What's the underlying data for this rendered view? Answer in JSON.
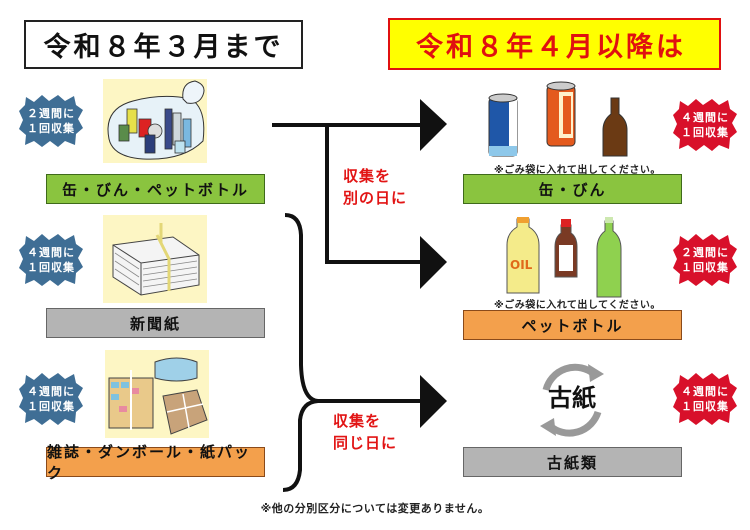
{
  "titles": {
    "before": "令和８年３月まで",
    "after": "令和８年４月以降は"
  },
  "colors": {
    "before_badge": "#3f6e95",
    "after_badge": "#d8102a",
    "green_label": "#8ac43f",
    "gray_label": "#b4b4b4",
    "orange_label": "#f3a04c",
    "after_title_bg": "#ffff00",
    "after_title_text": "#e01010"
  },
  "before": [
    {
      "label": "缶・びん・ペットボトル",
      "badge": [
        "２週間に",
        "１回収集"
      ],
      "illustration": "mixed-bottles-cans-bag"
    },
    {
      "label": "新聞紙",
      "badge": [
        "４週間に",
        "１回収集"
      ],
      "illustration": "newspaper-bundle"
    },
    {
      "label": "雑誌・ダンボール・紙パック",
      "badge": [
        "４週間に",
        "１回収集"
      ],
      "illustration": "magazines-cardboard-bundle"
    }
  ],
  "after": [
    {
      "label": "缶・びん",
      "badge": [
        "４週間に",
        "１回収集"
      ],
      "note": "※ごみ袋に入れて出してください。",
      "illustration": "cans-and-bottle"
    },
    {
      "label": "ペットボトル",
      "badge": [
        "２週間に",
        "１回収集"
      ],
      "note": "※ごみ袋に入れて出してください。",
      "illustration": "pet-bottles"
    },
    {
      "label": "古紙類",
      "badge": [
        "４週間に",
        "１回収集"
      ],
      "illustration_text": "古紙",
      "illustration": "recycle-paper-mark"
    }
  ],
  "connectors": {
    "separate": [
      "収集を",
      "別の日に"
    ],
    "same": [
      "収集を",
      "同じ日に"
    ]
  },
  "footer": "※他の分別区分については変更ありません。"
}
